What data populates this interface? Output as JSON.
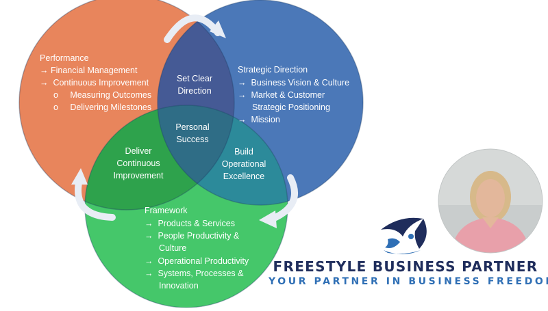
{
  "performance": {
    "title": "Performance",
    "items": [
      "→  Financial Management",
      "→  Continuous Improvement"
    ],
    "sub_items": [
      "o     Measuring Outcomes",
      "o     Delivering Milestones"
    ]
  },
  "strategic": {
    "title": "Strategic Direction",
    "items": [
      "→  Business Vision & Culture",
      "→  Market & Customer"
    ],
    "item2_cont": "Strategic Positioning",
    "item3": "→  Mission"
  },
  "framework": {
    "title": "Framework",
    "items": [
      "→  Products & Services",
      "→  People Productivity &"
    ],
    "item2_cont": "Culture",
    "item3": "→  Operational Productivity",
    "item4": "→  Systems, Processes &",
    "item4_cont": "Innovation"
  },
  "overlaps": {
    "set_clear": [
      "Set Clear",
      "Direction"
    ],
    "personal": [
      "Personal",
      "Success"
    ],
    "deliver": [
      "Deliver",
      "Continuous",
      "Improvement"
    ],
    "build": [
      "Build",
      "Operational",
      "Excellence"
    ]
  },
  "brand": {
    "name": "FREESTYLE BUSINESS PARTNER",
    "tagline": "YOUR PARTNER IN BUSINESS FREEDOM"
  },
  "colors": {
    "performance": "#e8855c",
    "strategic": "#4b78b8",
    "framework": "#45c76a",
    "navy": "#1f2d5c",
    "brand_blue": "#2f6fb5"
  }
}
